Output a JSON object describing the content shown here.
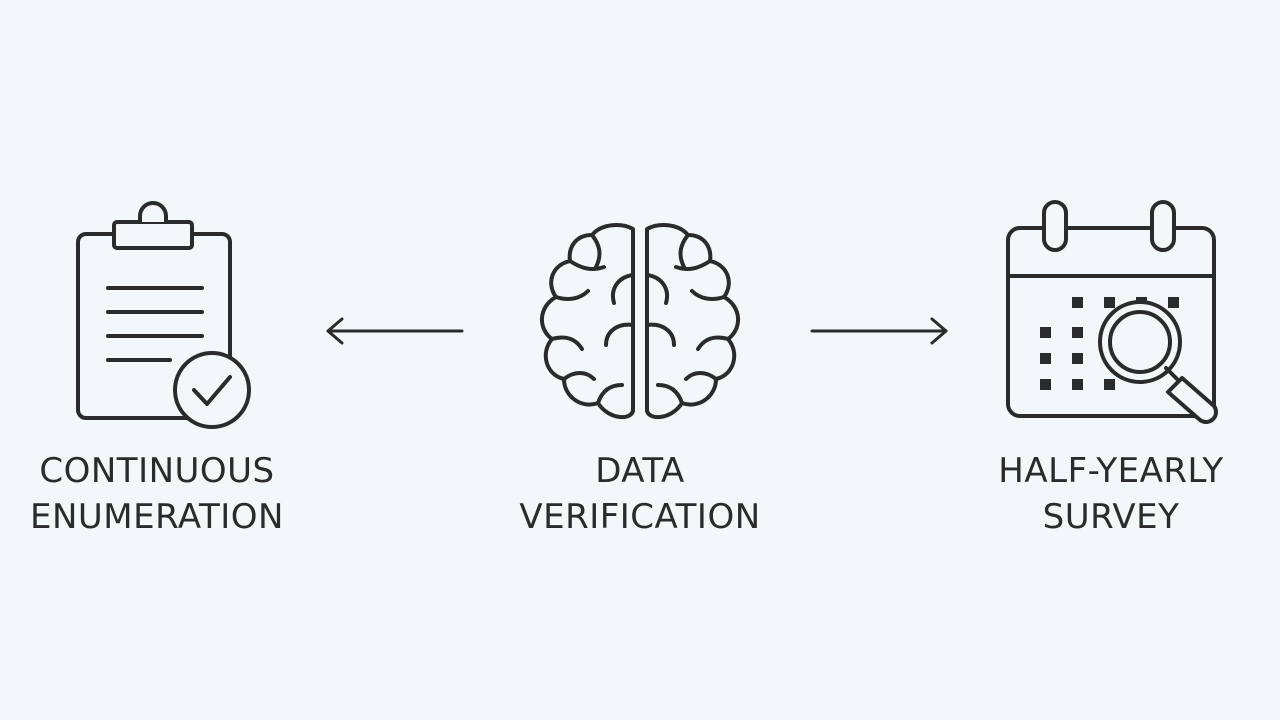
{
  "diagram": {
    "colors": {
      "background": "#f3f7fa",
      "stroke": "#2b2b2b"
    },
    "nodes": [
      {
        "id": "continuous-enumeration",
        "icon": "clipboard-check-icon",
        "label_line1": "CONTINUOUS",
        "label_line2": "ENUMERATION"
      },
      {
        "id": "data-verification",
        "icon": "brain-icon",
        "label_line1": "DATA",
        "label_line2": "VERIFICATION"
      },
      {
        "id": "half-yearly-survey",
        "icon": "calendar-search-icon",
        "label_line1": "HALF-YEARLY",
        "label_line2": "SURVEY"
      }
    ],
    "edges": [
      {
        "from": "data-verification",
        "to": "continuous-enumeration"
      },
      {
        "from": "data-verification",
        "to": "half-yearly-survey"
      }
    ]
  }
}
